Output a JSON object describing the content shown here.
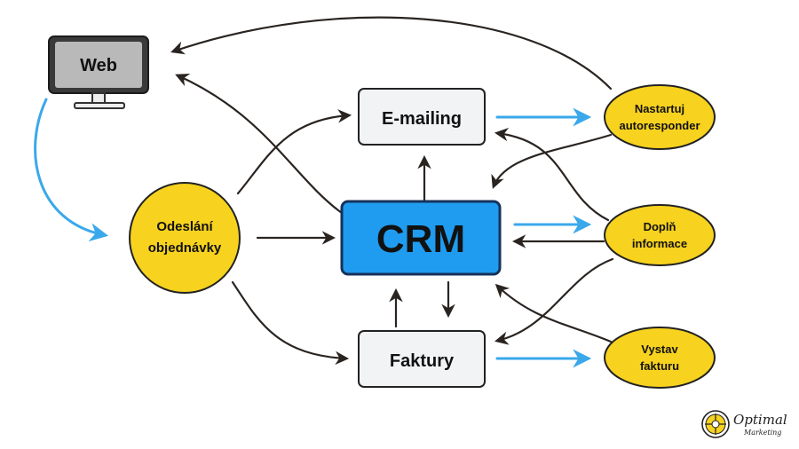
{
  "nodes": {
    "web": "Web",
    "emailing": "E-mailing",
    "crm": "CRM",
    "faktury": "Faktury",
    "odeslani": [
      "Odeslání",
      "objednávky"
    ],
    "nastartuj": [
      "Nastartuj",
      "autoresponder"
    ],
    "dopln": [
      "Doplň",
      "informace"
    ],
    "vystav": [
      "Vystav",
      "fakturu"
    ]
  },
  "brand": {
    "name": "Optimal",
    "sub": "Marketing"
  },
  "colors": {
    "yellow": "#f7d21e",
    "crm_blue": "#1f9cf0",
    "box_fill": "#f1f3f5",
    "arrow_dark": "#2a2421",
    "arrow_blue": "#3aa8ea"
  }
}
